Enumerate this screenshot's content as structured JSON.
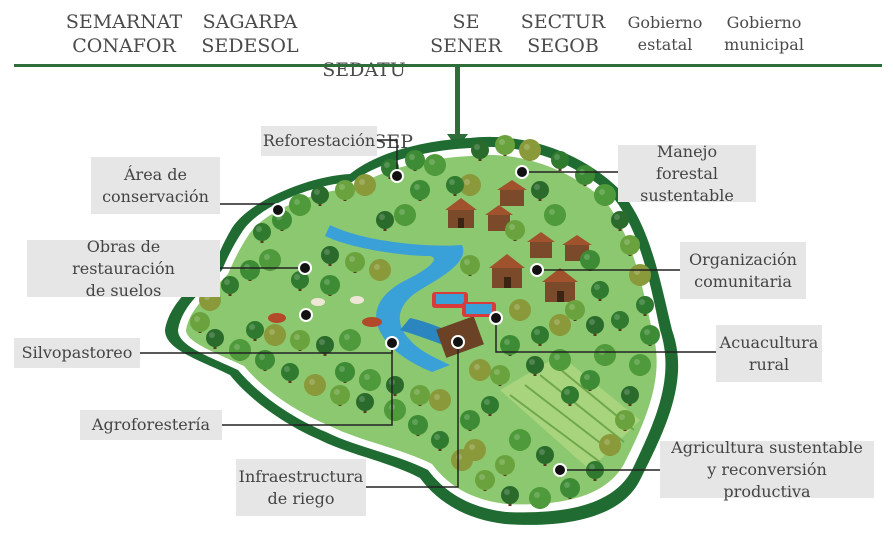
{
  "agencies": [
    {
      "line1": "SEMARNAT",
      "line2": "CONAFOR"
    },
    {
      "line1": "SAGARPA",
      "line2": "SEDESOL"
    },
    {
      "line1": "SEDATU",
      "line2": "SCT   SEP"
    },
    {
      "line1": "SE",
      "line2": "SENER"
    },
    {
      "line1": "SECTUR",
      "line2": "SEGOB"
    },
    {
      "line1": "Gobierno",
      "line2": "estatal"
    },
    {
      "line1": "Gobierno",
      "line2": "municipal"
    }
  ],
  "labels": {
    "reforestacion": "Reforestación",
    "area_conservacion": [
      "Área de",
      "conservación"
    ],
    "obras_restauracion": [
      "Obras de restauración",
      "de suelos"
    ],
    "silvopastoreo": "Silvopastoreo",
    "agroforesteria": "Agroforestería",
    "infraestructura_riego": [
      "Infraestructura",
      "de riego"
    ],
    "manejo_forestal": [
      "Manejo forestal",
      "sustentable"
    ],
    "organizacion_comunitaria": [
      "Organización",
      "comunitaria"
    ],
    "acuacultura": [
      "Acuacultura",
      "rural"
    ],
    "agricultura": [
      "Agricultura sustentable",
      "y reconversión productiva"
    ]
  },
  "colors": {
    "accent_green": "#2e6e38",
    "label_bg": "#e6e6e6",
    "text": "#444444",
    "water": "#3aa0d8",
    "meadow": "#8cc870"
  }
}
